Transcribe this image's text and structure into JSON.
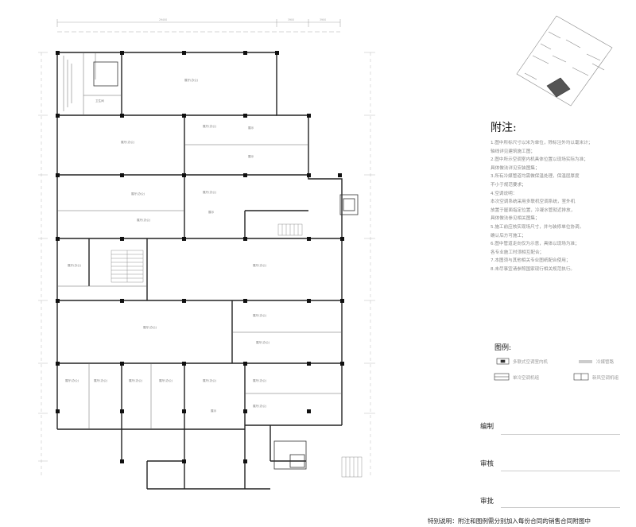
{
  "notes": {
    "title": "附注:",
    "lines": [
      "1.图中所标尺寸以米为单位，除标注外均以毫米计；",
      "   轴线详见建筑施工图；",
      "2.图中所示空调室内机具体位置以现场实际为准；",
      "   具体做法详见安装图集；",
      "3.所有冷媒管道均需做保温处理，保温层厚度",
      "   不小于规范要求；",
      "4.空调说明：",
      "     本次空调系统采用多联机空调系统，室外机",
      "   放置于屋面指定位置，冷凝水管就近排放，",
      "   具体做法参见相关图集；",
      "5.施工前应核实现场尺寸，并与装修单位协调，",
      "   确认后方可施工；",
      "6.图中管道走向仅为示意，具体以现场为准；",
      "   各专业施工时须相互配合；",
      "7.本图须与其他相关专业图纸配合使用；",
      "8.未尽事宜请参照国家现行相关规范执行。"
    ]
  },
  "legend": {
    "title": "图例:",
    "items": [
      "多联式空调室内机",
      "冷媒管路",
      "单冷空调机组",
      "新风空调机组"
    ]
  },
  "signatures": [
    {
      "label": "编制"
    },
    {
      "label": "审核"
    },
    {
      "label": "审批"
    }
  ],
  "footer": "特别说明：附注和图例需分别加入每份合同的销售合同附图中",
  "plan": {
    "top_dimensions": [
      "29400",
      "3900",
      "3900"
    ],
    "room_labels": [
      "楼梯间",
      "展厅(办公)",
      "展示",
      "空调机房",
      "卫生间",
      "前厅"
    ]
  }
}
